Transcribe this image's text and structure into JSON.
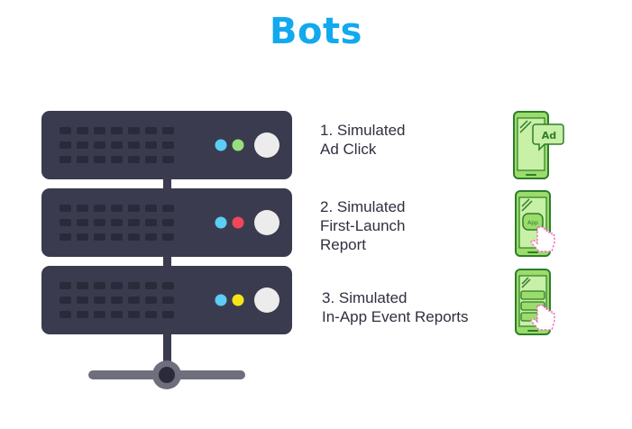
{
  "title": "Bots",
  "colors": {
    "title": "#12a9ee",
    "server_body": "#3b3b4f",
    "server_slot": "#2a2a3a",
    "led_blue": "#5ccdf5",
    "led_green": "#97df7e",
    "led_red": "#f0465a",
    "led_yellow": "#f6e516",
    "power_button": "#ececec",
    "phone_green": "#9bdc6a",
    "phone_outline": "#2e7d2b",
    "hand_pink": "#f06bc0"
  },
  "steps": [
    {
      "lines": [
        "1. Simulated",
        "Ad Click"
      ],
      "icon": "phone-ad-click-icon"
    },
    {
      "lines": [
        "2. Simulated",
        "First-Launch",
        "Report"
      ],
      "icon": "phone-app-launch-icon"
    },
    {
      "lines": [
        "3. Simulated",
        "In-App Event Reports"
      ],
      "icon": "phone-in-app-events-icon"
    }
  ],
  "icon_labels": {
    "ad": "Ad",
    "app": "App"
  },
  "servers": [
    {
      "leds": [
        "led_blue",
        "led_green"
      ]
    },
    {
      "leds": [
        "led_blue",
        "led_red"
      ]
    },
    {
      "leds": [
        "led_blue",
        "led_yellow"
      ]
    }
  ]
}
